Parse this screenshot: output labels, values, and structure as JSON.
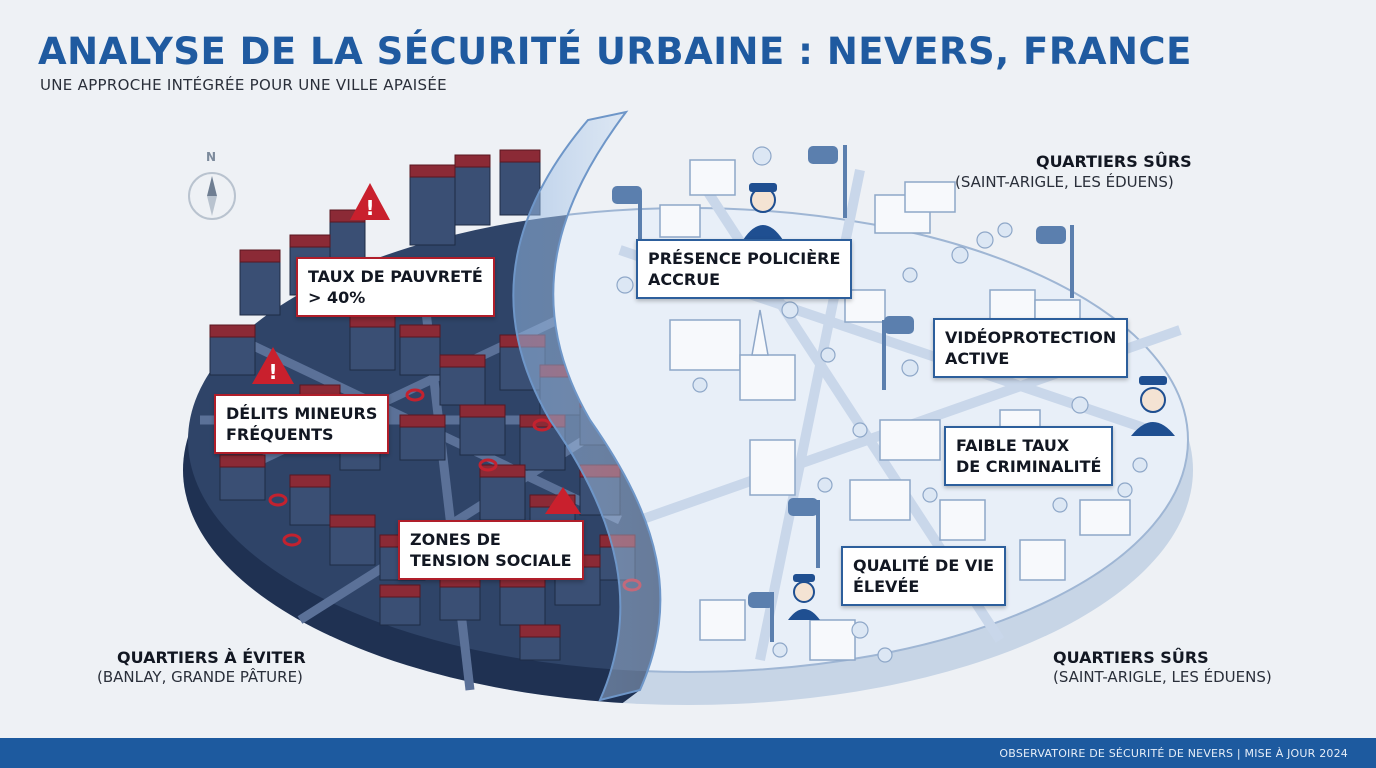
{
  "header": {
    "title": "ANALYSE DE LA SÉCURITÉ URBAINE : NEVERS, FRANCE",
    "subtitle": "UNE APPROCHE INTÉGRÉE POUR UNE VILLE APAISÉE"
  },
  "compass": {
    "north": "N"
  },
  "danger_side": {
    "labels": [
      "TAUX DE PAUVRETÉ\n> 40%",
      "DÉLITS MINEURS\nFRÉQUENTS",
      "ZONES DE\nTENSION SOCIALE"
    ],
    "zone_title": "QUARTIERS À ÉVITER",
    "zone_sub": "(BANLAY, GRANDE PÂTURE)"
  },
  "safe_side": {
    "labels": [
      "PRÉSENCE POLICIÈRE\nACCRUE",
      "VIDÉOPROTECTION\nACTIVE",
      "FAIBLE TAUX\nDE CRIMINALITÉ",
      "QUALITÉ DE VIE\nÉLEVÉE"
    ],
    "zone_top_title": "QUARTIERS SÛRS",
    "zone_top_sub": "(SAINT-ARIGLE, LES ÉDUENS)",
    "zone_bottom_title": "QUARTIERS SÛRS",
    "zone_bottom_sub": "(SAINT-ARIGLE, LES ÉDUENS)"
  },
  "warning_glyph": "!",
  "footer": {
    "text": "OBSERVATOIRE DE SÉCURITÉ DE NEVERS | MISE À JOUR 2024"
  },
  "colors": {
    "title": "#1f5aa0",
    "danger_border": "#b01e2a",
    "safe_border": "#2d5f9c",
    "dark_ground": "#2f4468",
    "roof_red": "#8b2a36",
    "light_ground": "#e8eff8",
    "footer": "#1d5a9f"
  }
}
